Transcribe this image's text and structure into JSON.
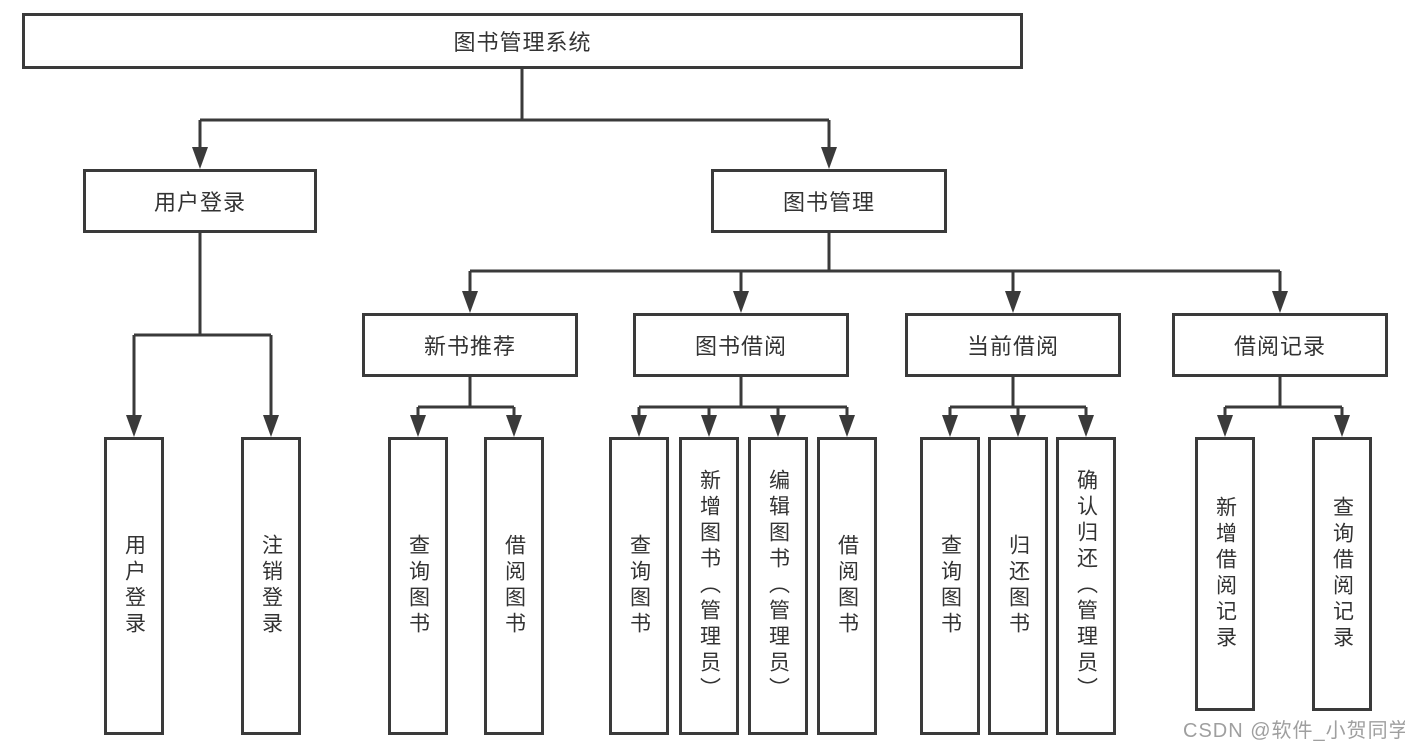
{
  "diagram": {
    "type": "org-tree",
    "line_color": "#3a3a3a",
    "box_background": "#ffffff",
    "text_color": "#333333"
  },
  "tree": {
    "label": "图书管理系统",
    "children": [
      {
        "label": "用户登录",
        "children": [
          {
            "label": "用户登录"
          },
          {
            "label": "注销登录"
          }
        ]
      },
      {
        "label": "图书管理",
        "children": [
          {
            "label": "新书推荐",
            "children": [
              {
                "label": "查询图书"
              },
              {
                "label": "借阅图书"
              }
            ]
          },
          {
            "label": "图书借阅",
            "children": [
              {
                "label": "查询图书"
              },
              {
                "label": "新增图书（管理员）"
              },
              {
                "label": "编辑图书（管理员）"
              },
              {
                "label": "借阅图书"
              }
            ]
          },
          {
            "label": "当前借阅",
            "children": [
              {
                "label": "查询图书"
              },
              {
                "label": "归还图书"
              },
              {
                "label": "确认归还（管理员）"
              }
            ]
          },
          {
            "label": "借阅记录",
            "children": [
              {
                "label": "新增借阅记录"
              },
              {
                "label": "查询借阅记录"
              }
            ]
          }
        ]
      }
    ]
  },
  "watermark": {
    "text": "CSDN @软件_小贺同学",
    "color": "#9f9f9f"
  }
}
